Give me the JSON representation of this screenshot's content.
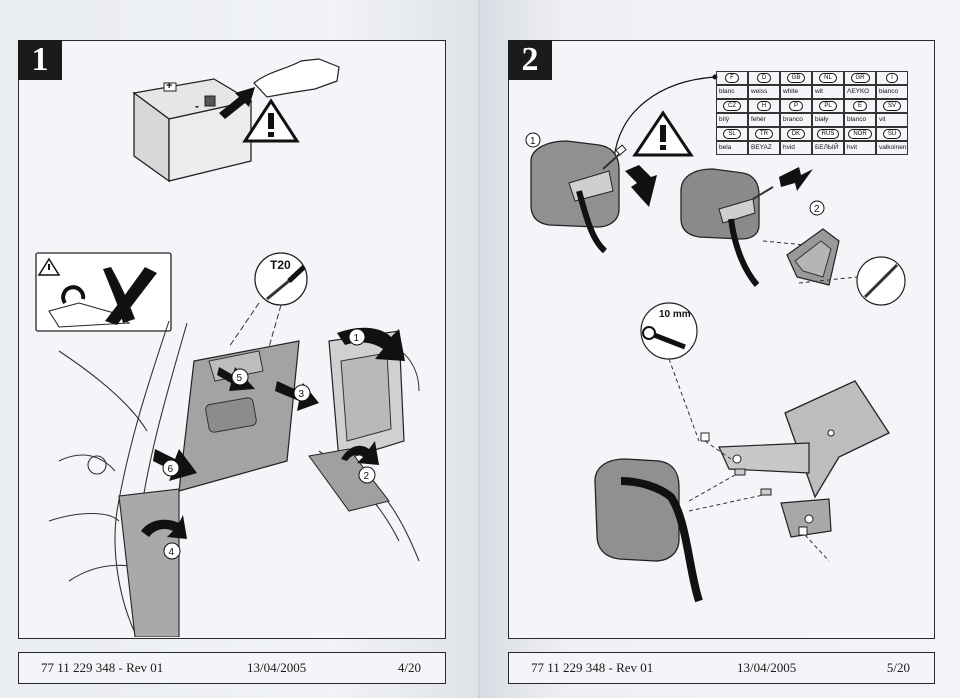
{
  "left_page": {
    "step_number": "1",
    "callouts": {
      "bit": "T20",
      "n1": "1",
      "n2": "2",
      "n3": "3",
      "n4": "4",
      "n5": "5",
      "n6": "6",
      "battery_plus": "+",
      "battery_minus": "-"
    },
    "footer": {
      "reference": "77 11 229 348 - Rev 01",
      "date": "13/04/2005",
      "page": "4/20"
    }
  },
  "right_page": {
    "step_number": "2",
    "callouts": {
      "wrench": "10 mm",
      "n1": "1",
      "n2": "2"
    },
    "color_table": {
      "groups": [
        {
          "codes": [
            "F",
            "D",
            "GB",
            "NL",
            "GR",
            "I"
          ],
          "words": [
            "blanc",
            "weiss",
            "white",
            "wit",
            "ΛΕΥΚΟ",
            "bianco"
          ]
        },
        {
          "codes": [
            "CZ",
            "H",
            "P",
            "PL",
            "E",
            "SV"
          ],
          "words": [
            "bílý",
            "fehér",
            "branco",
            "biały",
            "blanco",
            "vit"
          ]
        },
        {
          "codes": [
            "SL",
            "TR",
            "DK",
            "RUS",
            "NOR",
            "SU"
          ],
          "words": [
            "bela",
            "BEYAZ",
            "hvid",
            "БЕЛЫЙ",
            "hvit",
            "valkoinen"
          ]
        }
      ]
    },
    "footer": {
      "reference": "77 11 229 348 - Rev 01",
      "date": "13/04/2005",
      "page": "5/20"
    }
  },
  "colors": {
    "ink": "#1b1b1b",
    "grey_part": "#9a9a9a",
    "dark_part": "#6b6b6b",
    "paper": "#f4f5f8"
  }
}
